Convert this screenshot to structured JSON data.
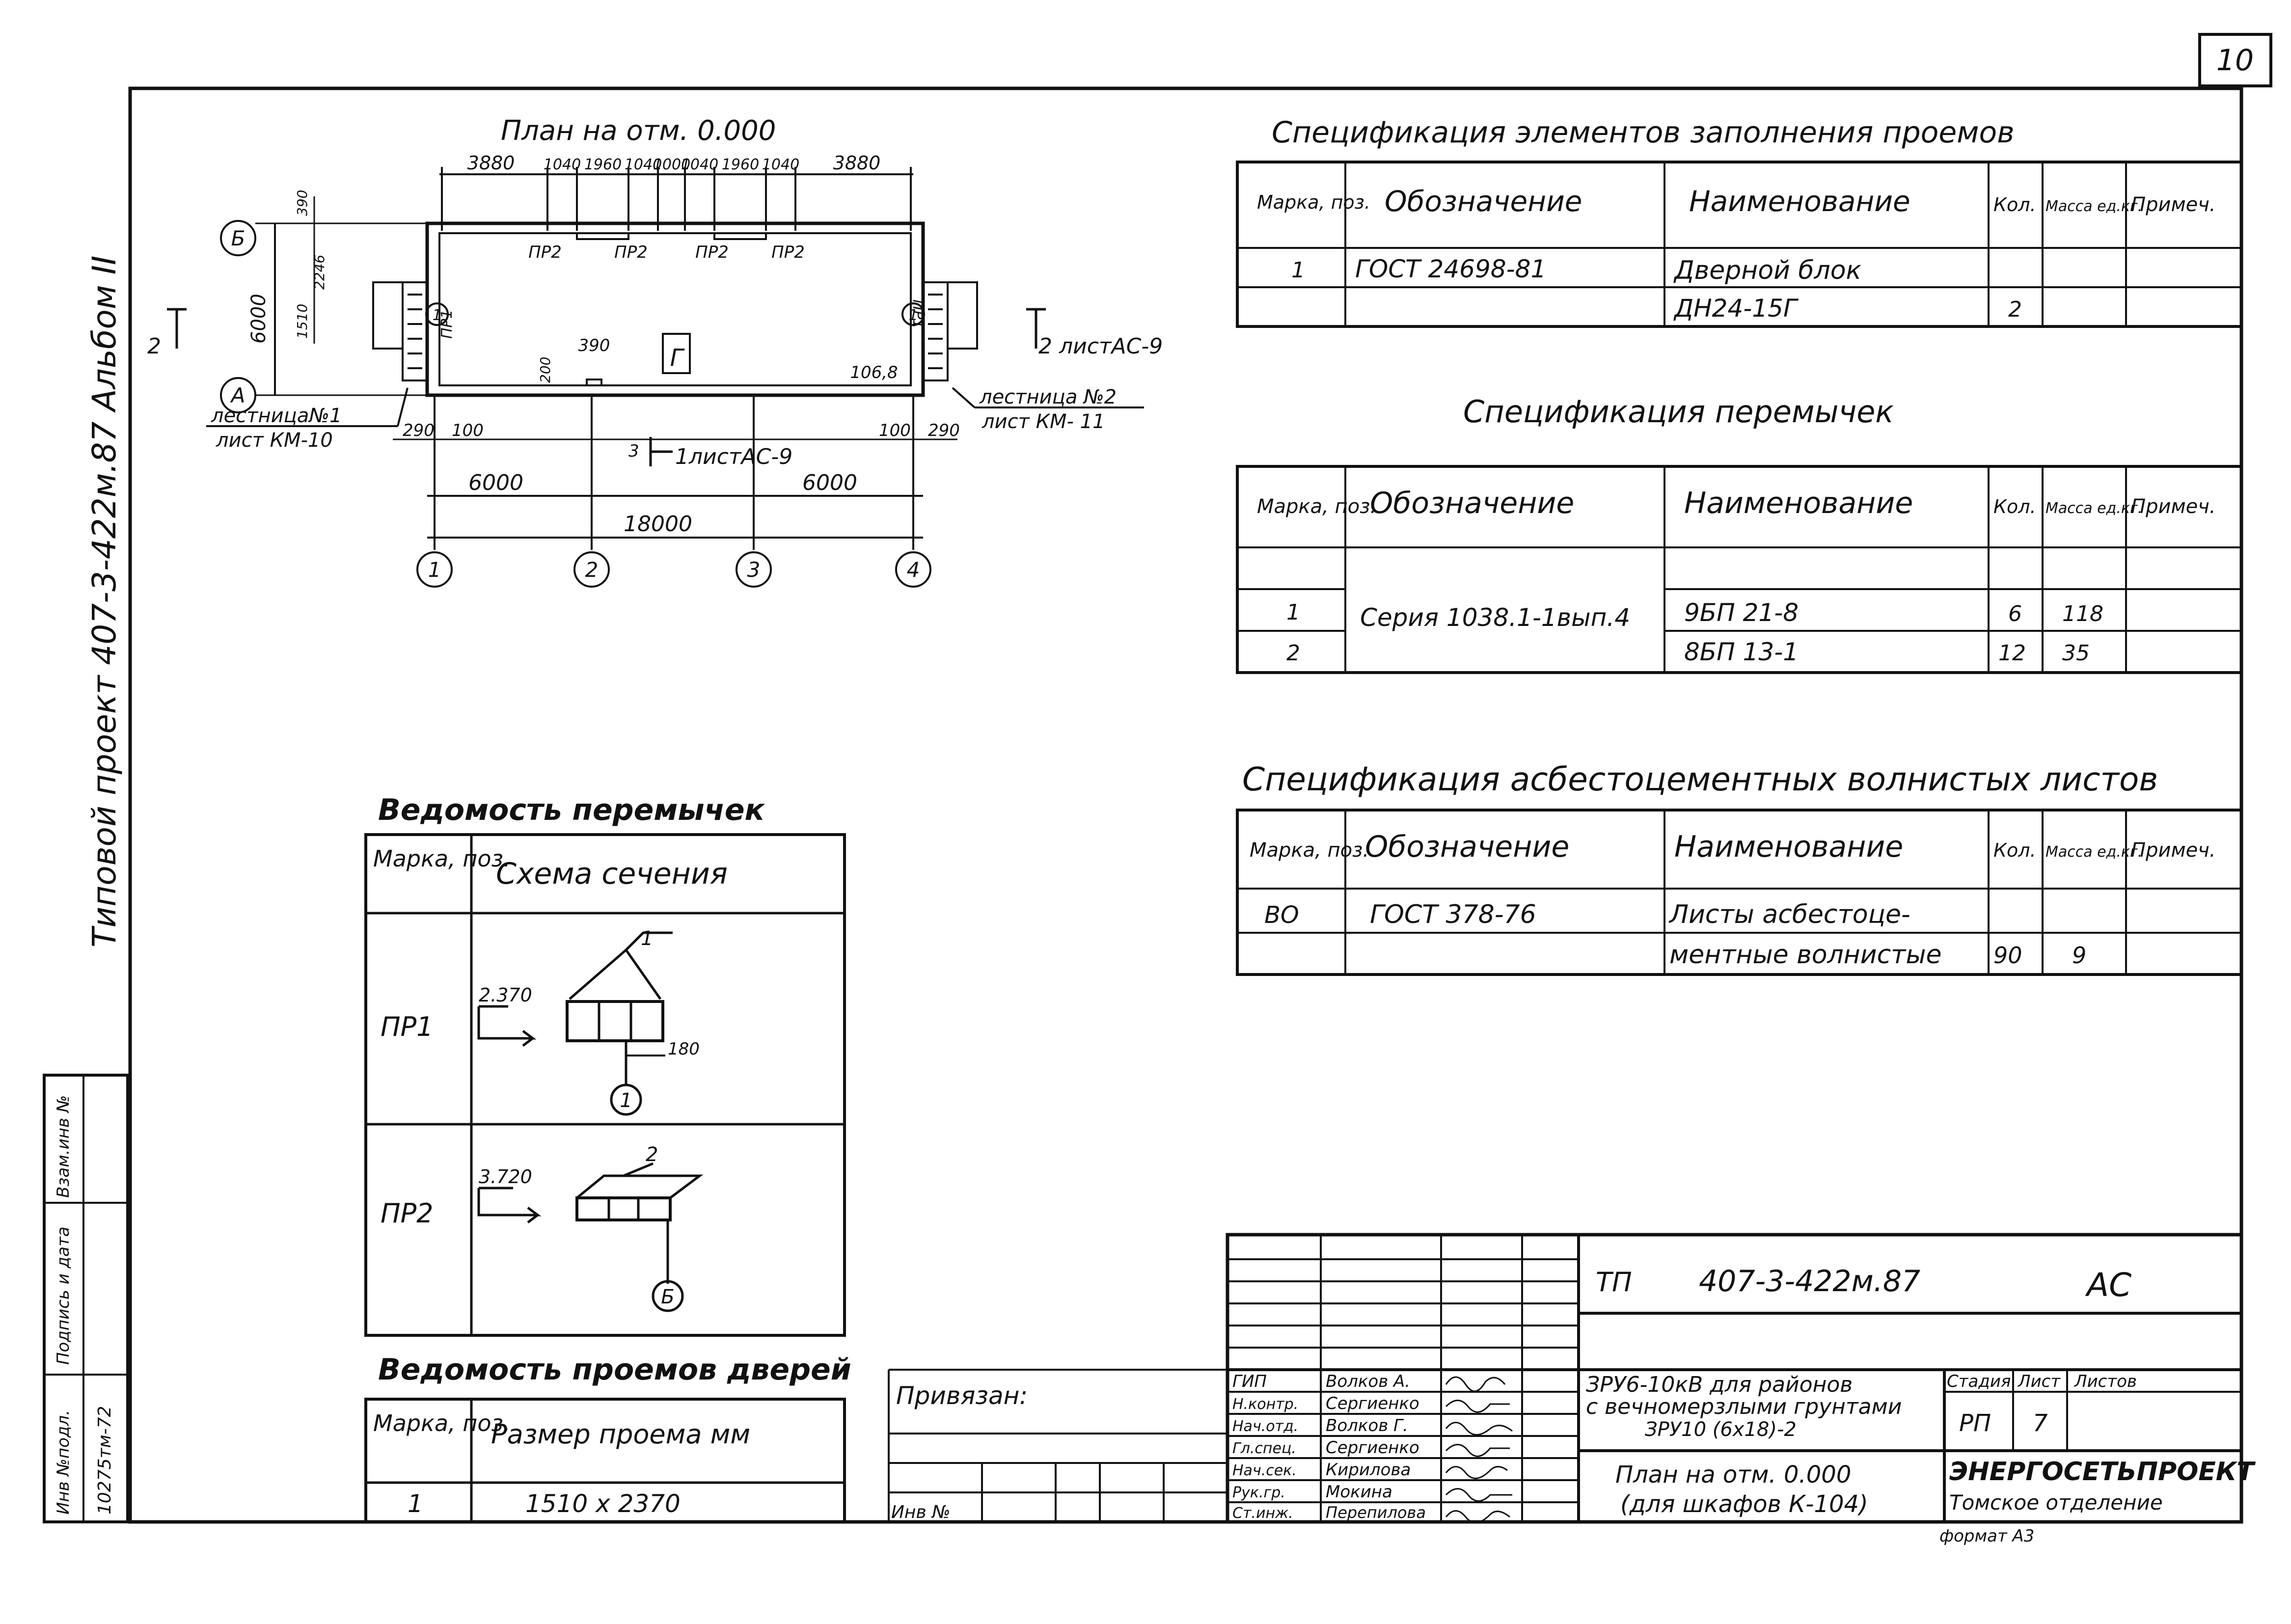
{
  "sheet_number": "10",
  "side_stamp": "Типовой проект 407-3-422м.87 Альбом II",
  "side_table": {
    "labels": [
      "Инв №подл.",
      "Подпись и дата",
      "Взам.инв №"
    ],
    "inv_value": "10275тм-72"
  },
  "plan": {
    "title": "План на отм. 0.000",
    "top_dims": [
      "3880",
      "1040",
      "1960",
      "1040",
      "1000",
      "1040",
      "1960",
      "1040",
      "3880"
    ],
    "left_dims": [
      "6000",
      "390",
      "1510",
      "2246"
    ],
    "axis_rows": [
      "Б",
      "А"
    ],
    "axis_cols": [
      "1",
      "2",
      "3",
      "4"
    ],
    "lintel_marks": [
      "ПР2",
      "ПР2",
      "ПР2",
      "ПР2",
      "ПР1",
      "ПР1"
    ],
    "door_marks": [
      "1",
      "1"
    ],
    "room_label": "Г",
    "section_left": "2",
    "section_right": "2 листАС-9",
    "section_bottom": "3",
    "section_bottom_ref": "1листАС-9",
    "inner_dims": [
      "200",
      "390",
      "106,8"
    ],
    "stair1": [
      "лестница№1",
      "лист КМ-10"
    ],
    "stair2": [
      "лестница №2",
      "лист КМ- 11"
    ],
    "small_dims": [
      "290",
      "100",
      "100",
      "290"
    ],
    "bottom_dims": [
      "6000",
      "6000",
      "18000"
    ]
  },
  "spec_fill": {
    "title": "Спецификация элементов заполнения проемов",
    "headers": [
      "Марка, поз.",
      "Обозначение",
      "Наименование",
      "Кол.",
      "Масса ед.кг.",
      "Примеч."
    ],
    "rows": [
      [
        "1",
        "ГОСТ 24698-81",
        "Дверной блок",
        "",
        "",
        ""
      ],
      [
        "",
        "",
        "ДН24-15Г",
        "2",
        "",
        ""
      ]
    ]
  },
  "spec_lintels": {
    "title": "Спецификация перемычек",
    "headers": [
      "Марка, поз.",
      "Обозначение",
      "Наименование",
      "Кол.",
      "Масса ед.кг.",
      "Примеч."
    ],
    "series": "Серия 1038.1-1вып.4",
    "rows": [
      [
        "1",
        "9БП 21-8",
        "6",
        "118"
      ],
      [
        "2",
        "8БП 13-1",
        "12",
        "35"
      ]
    ]
  },
  "spec_sheets": {
    "title": "Спецификация асбестоцементных волнистых листов",
    "headers": [
      "Марка, поз.",
      "Обозначение",
      "Наименование",
      "Кол.",
      "Масса ед.кг.",
      "Примеч."
    ],
    "rows": [
      [
        "ВО",
        "ГОСТ 378-76",
        "Листы асбестоце-",
        "",
        "",
        ""
      ],
      [
        "",
        "",
        "ментные волнистые",
        "90",
        "9",
        ""
      ]
    ]
  },
  "lintel_list": {
    "title": "Ведомость перемычек",
    "headers": [
      "Марка, поз.",
      "Схема сечения"
    ],
    "rows": [
      {
        "mark": "ПР1",
        "level": "2.370",
        "leader": "1",
        "dim": "180",
        "axis": "1"
      },
      {
        "mark": "ПР2",
        "level": "3.720",
        "leader": "2",
        "axis": "Б"
      }
    ]
  },
  "door_list": {
    "title": "Ведомость проемов дверей",
    "headers": [
      "Марка, поз.",
      "Размер проема мм"
    ],
    "rows": [
      [
        "1",
        "1510 x 2370"
      ]
    ]
  },
  "binding": {
    "label": "Привязан:",
    "inv": "Инв №"
  },
  "title_block": {
    "code_prefix": "ТП",
    "code": "407-3-422м.87",
    "mark": "АС",
    "staff": [
      [
        "ГИП",
        "Волков А."
      ],
      [
        "Н.контр.",
        "Сергиенко"
      ],
      [
        "Нач.отд.",
        "Волков Г."
      ],
      [
        "Гл.спец.",
        "Сергиенко"
      ],
      [
        "Нач.сек.",
        "Кирилова"
      ],
      [
        "Рук.гр.",
        "Мокина"
      ],
      [
        "Ст.инж.",
        "Перепилова"
      ]
    ],
    "project_name": [
      "ЗРУ6-10кВ для районов",
      "с вечномерзлыми грунтами",
      "ЗРУ10 (6х18)-2"
    ],
    "sheet_name": [
      "План на отм. 0.000",
      "(для шкафов К-104)"
    ],
    "stage_headers": [
      "Стадия",
      "Лист",
      "Листов"
    ],
    "stage": "РП",
    "sheet": "7",
    "sheets": "",
    "org": "ЭНЕРГОСЕТЬПРОЕКТ",
    "branch": "Томское отделение",
    "format": "формат А3"
  }
}
